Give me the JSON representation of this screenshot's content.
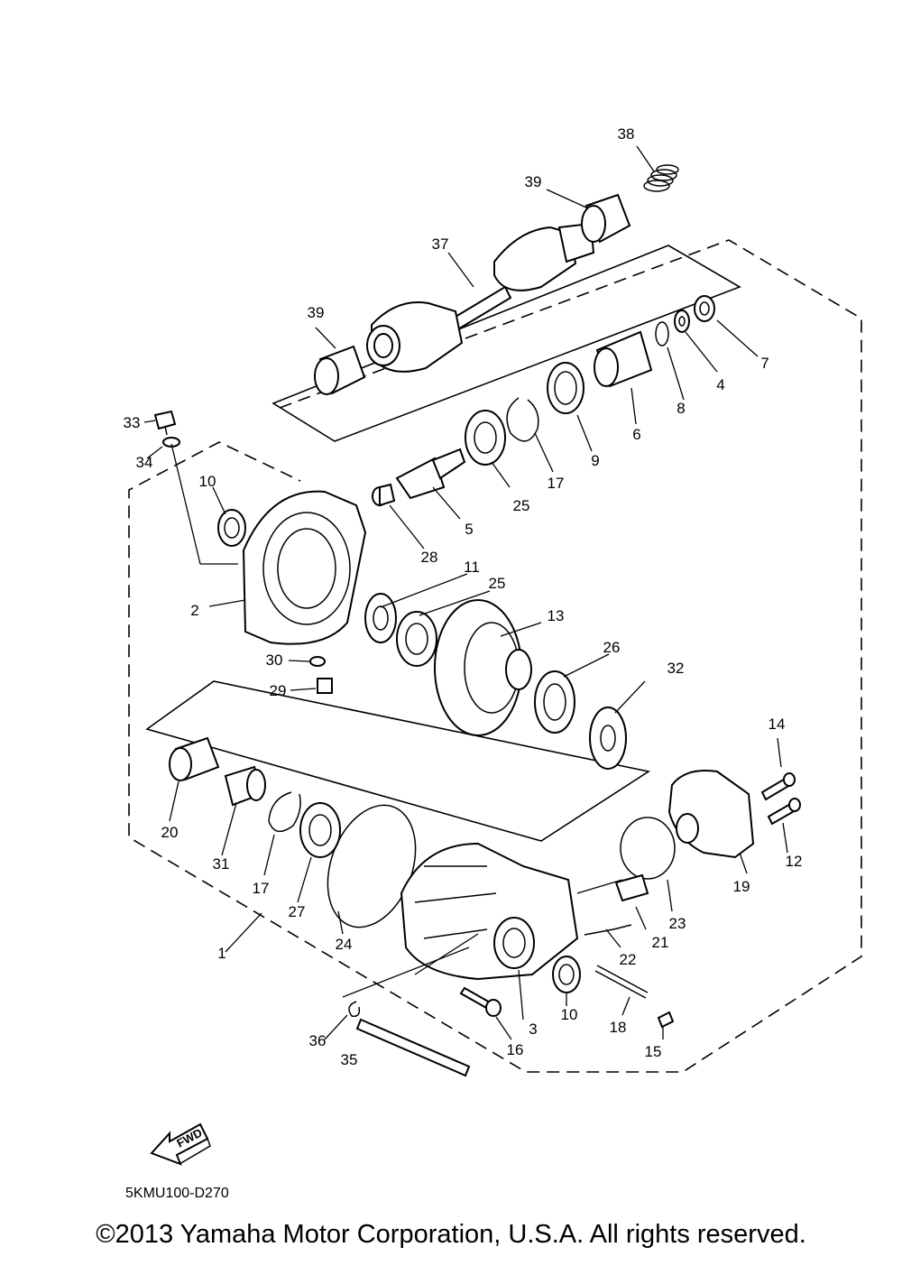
{
  "diagram": {
    "code": "5KMU100-D270",
    "fwd_label": "FWD",
    "copyright": "©2013 Yamaha Motor Corporation, U.S.A. All rights reserved.",
    "callouts": [
      "1",
      "2",
      "3",
      "4",
      "5",
      "6",
      "7",
      "8",
      "9",
      "10",
      "10",
      "11",
      "12",
      "13",
      "14",
      "15",
      "16",
      "17",
      "17",
      "18",
      "19",
      "20",
      "21",
      "22",
      "23",
      "24",
      "25",
      "25",
      "26",
      "27",
      "28",
      "29",
      "30",
      "31",
      "32",
      "33",
      "34",
      "35",
      "36",
      "37",
      "38",
      "39",
      "39"
    ]
  }
}
